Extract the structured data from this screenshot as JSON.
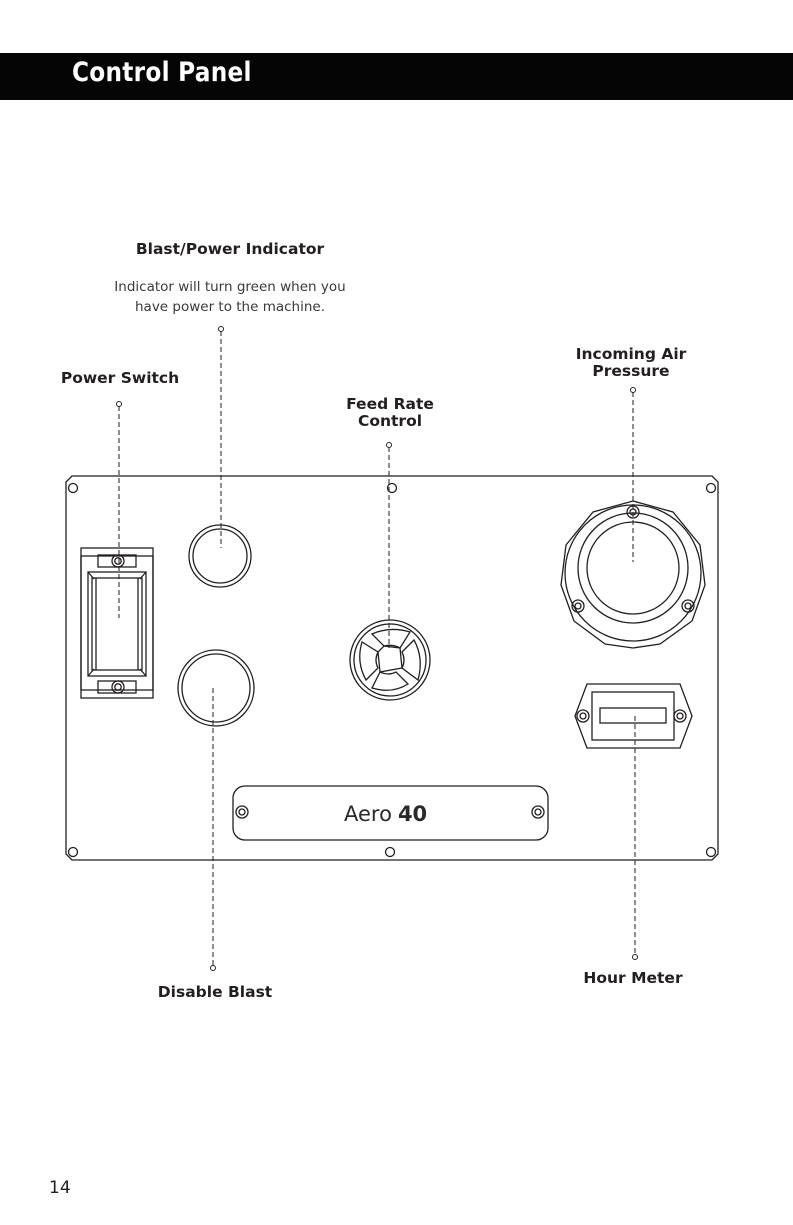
{
  "header": {
    "title": "Control Panel"
  },
  "callouts": {
    "blast_power_indicator": "Blast/Power Indicator",
    "blast_power_desc_line1": "Indicator will turn green when you",
    "blast_power_desc_line2": "have power to the machine.",
    "power_switch": "Power Switch",
    "feed_rate_line1": "Feed Rate",
    "feed_rate_line2": "Control",
    "incoming_air_line1": "Incoming Air",
    "incoming_air_line2": "Pressure",
    "disable_blast": "Disable Blast",
    "hour_meter": "Hour Meter"
  },
  "nameplate": {
    "model_name": "Aero",
    "model_number": "40"
  },
  "footer": {
    "page_number": "14"
  }
}
